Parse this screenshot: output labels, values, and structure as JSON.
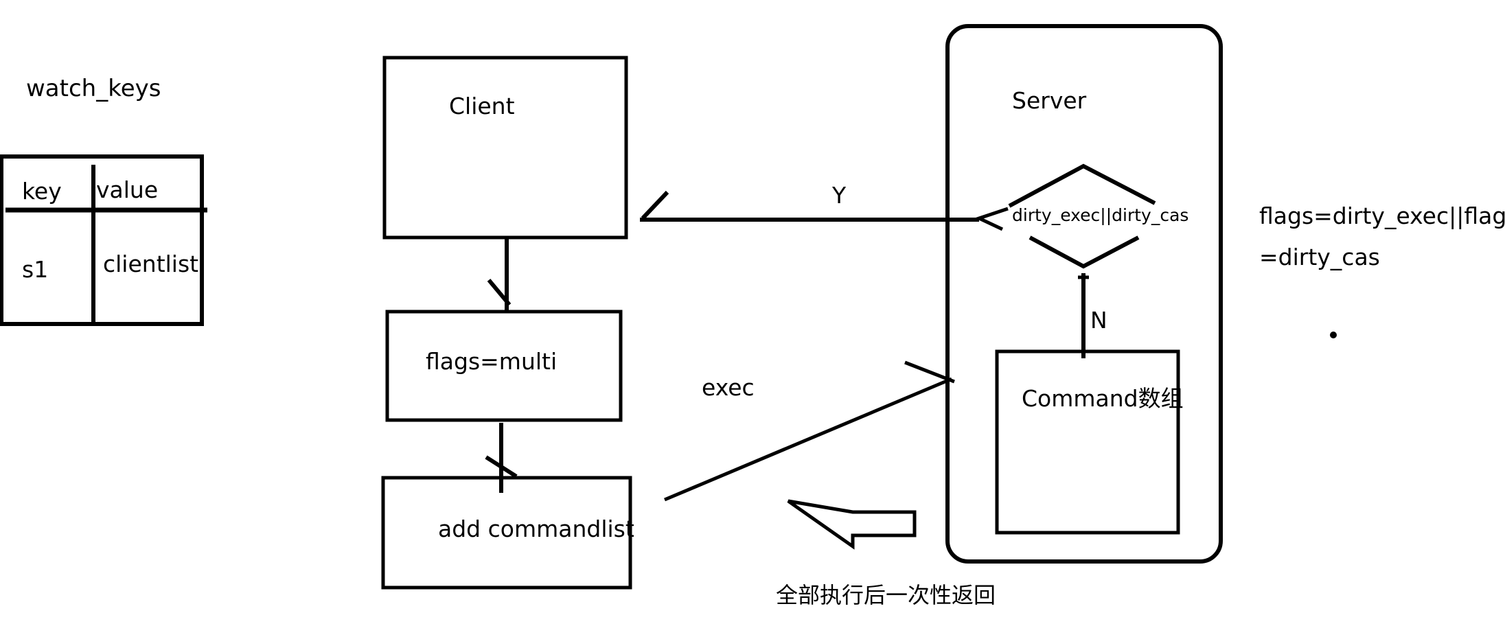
{
  "watch_table": {
    "title": "watch_keys",
    "header": {
      "key": "key",
      "value": "value"
    },
    "row": {
      "key": "s1",
      "value": "clientlist"
    }
  },
  "client": {
    "title": "Client",
    "flags_label": "flags=multi",
    "add_label": "add commandlist"
  },
  "server": {
    "title": "Server",
    "decision_label": "dirty_exec||dirty_cas",
    "yes_label": "Y",
    "no_label": "N",
    "command_label": "Command数组"
  },
  "exec_label": "exec",
  "return_label": "全部执行后一次性返回",
  "note": {
    "line1": "flags=dirty_exec||flags",
    "line2": "=dirty_cas"
  }
}
